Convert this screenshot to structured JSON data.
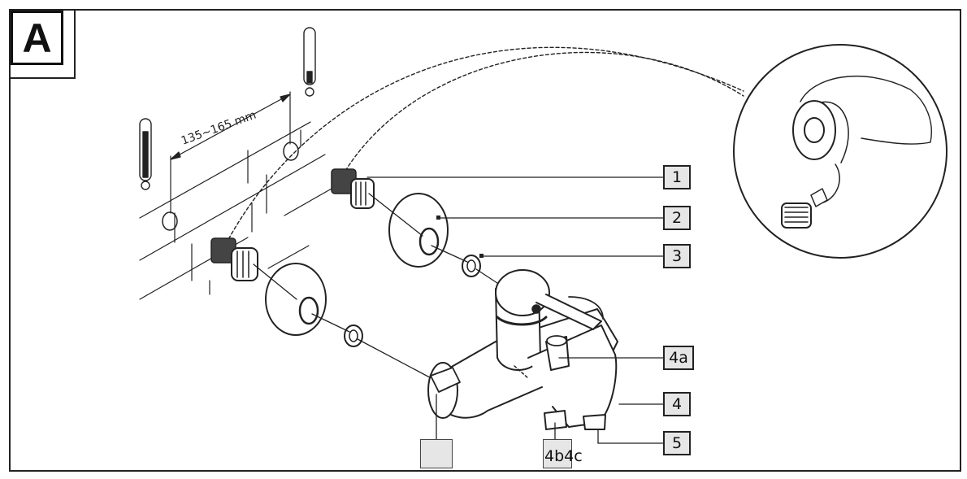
{
  "figure": {
    "section_label": "A",
    "dimension_label": "135~165 mm",
    "callouts": {
      "c1": "1",
      "c2": "2",
      "c3": "3",
      "c4a": "4a",
      "c4": "4",
      "c5": "5",
      "c4b4c": "4b4c"
    },
    "colors": {
      "line": "#222222",
      "box_fill": "#e6e6e6"
    }
  }
}
